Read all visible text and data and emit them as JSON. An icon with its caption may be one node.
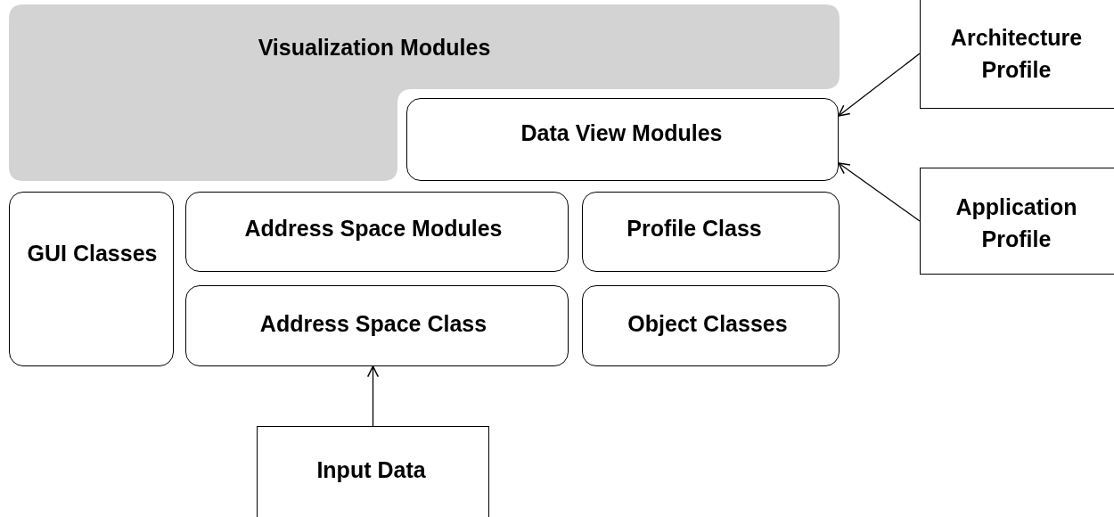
{
  "diagram": {
    "nodes": [
      {
        "text": [
          "Visualization Modules"
        ]
      },
      {
        "text": [
          "Data View Modules"
        ]
      },
      {
        "text": [
          "Architecture Profile"
        ]
      },
      {
        "text": [
          "Application Profile"
        ]
      },
      {
        "text": [
          "GUI Classes"
        ]
      },
      {
        "text": [
          "Address Space Modules"
        ]
      },
      {
        "text": [
          "Profile Class"
        ]
      },
      {
        "text": [
          "Address Space Class"
        ]
      },
      {
        "text": [
          "Object Classes"
        ]
      },
      {
        "text": [
          "Input Data"
        ]
      }
    ],
    "edges": [
      {
        "from": 2,
        "to": 1,
        "arrow": "to"
      },
      {
        "from": 3,
        "to": 1,
        "arrow": "to"
      },
      {
        "from": 9,
        "to": 7,
        "arrow": "to"
      }
    ]
  }
}
